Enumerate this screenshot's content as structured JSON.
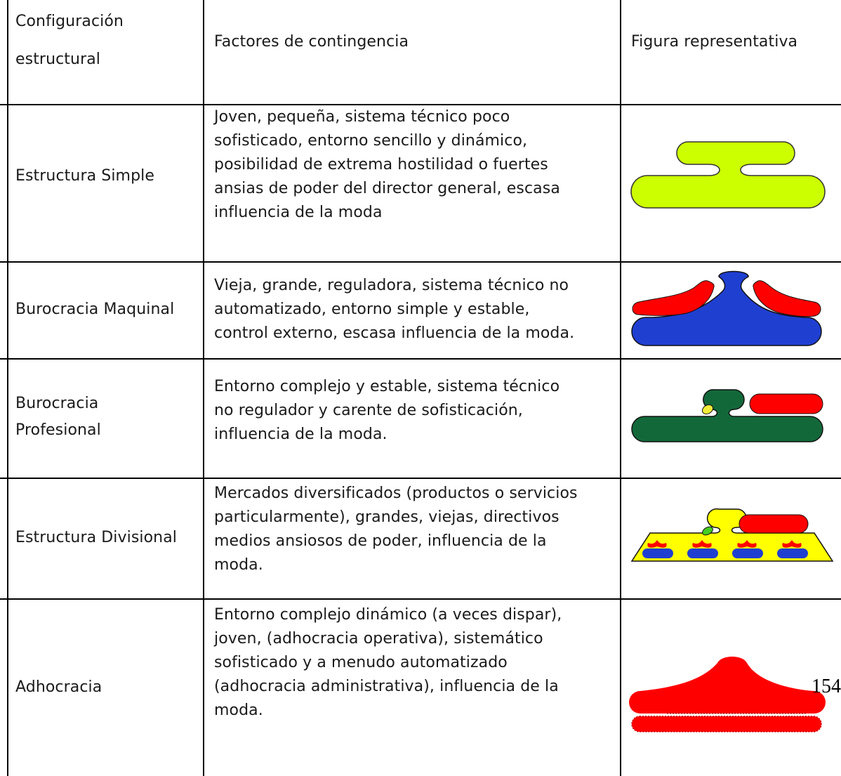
{
  "table": {
    "headers": {
      "configuracion": [
        "Configuración",
        "estructural"
      ],
      "factores": "Factores de contingencia",
      "figura": "Figura representativa"
    },
    "rows": [
      {
        "config": [
          "Estructura Simple"
        ],
        "factores": [
          "Joven, pequeña, sistema técnico poco",
          "sofisticado, entorno sencillo y dinámico,",
          "posibilidad de extrema hostilidad o fuertes",
          "ansias de poder del director general, escasa",
          "influencia de la moda"
        ],
        "figure": {
          "icon": "estructura-simple-figure",
          "colors": [
            "#ccff00"
          ]
        }
      },
      {
        "config": [
          "Burocracia Maquinal"
        ],
        "factores": [
          "Vieja, grande, reguladora, sistema técnico no",
          "automatizado, entorno simple y estable,",
          "control externo, escasa influencia de la moda."
        ],
        "figure": {
          "icon": "burocracia-maquinal-figure",
          "colors": [
            "#1f3fd1",
            "#ff0000"
          ]
        }
      },
      {
        "config": [
          "Burocracia",
          "Profesional"
        ],
        "factores": [
          "Entorno complejo y estable, sistema técnico",
          "no regulador y carente de sofisticación,",
          "influencia de la moda."
        ],
        "figure": {
          "icon": "burocracia-profesional-figure",
          "colors": [
            "#13683a",
            "#ff0000",
            "#f3ec3a"
          ]
        }
      },
      {
        "config": [
          "Estructura Divisional"
        ],
        "factores": [
          "Mercados diversificados (productos o servicios",
          "particularmente), grandes, viejas, directivos",
          "medios ansiosos de poder, influencia de la",
          "moda."
        ],
        "figure": {
          "icon": "estructura-divisional-figure",
          "colors": [
            "#ffff00",
            "#ff0000",
            "#1f3fd1",
            "#44cc22"
          ]
        }
      },
      {
        "config": [
          "Adhocracia"
        ],
        "factores": [
          "Entorno complejo dinámico (a veces dispar),",
          "joven, (adhocracia operativa), sistemático",
          "sofisticado y a menudo automatizado",
          "(adhocracia administrativa), influencia de la",
          "moda."
        ],
        "figure": {
          "icon": "adhocracia-figure",
          "colors": [
            "#ff0000"
          ]
        }
      }
    ]
  },
  "page_number": "154"
}
